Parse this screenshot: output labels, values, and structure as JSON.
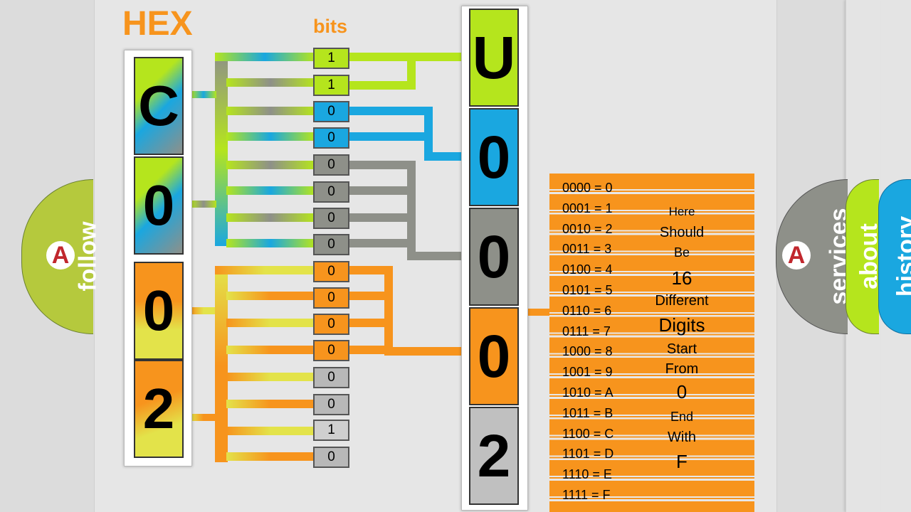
{
  "hex_label": "HEX",
  "bits_label": "bits",
  "hex_digits": [
    "C",
    "0",
    "0",
    "2"
  ],
  "output_digits": [
    "U",
    "0",
    "0",
    "0",
    "2"
  ],
  "bits": [
    "1",
    "1",
    "0",
    "0",
    "0",
    "0",
    "0",
    "0",
    "0",
    "0",
    "0",
    "0",
    "0",
    "0",
    "1",
    "0"
  ],
  "table": [
    "0000 = 0",
    "0001 = 1",
    "0010 = 2",
    "0011 = 3",
    "0100 = 4",
    "0101 = 5",
    "0110 = 6",
    "0111 = 7",
    "1000 = 8",
    "1001 = 9",
    "1010 = A",
    "1011 = B",
    "1100 = C",
    "1101 = D",
    "1110 = E",
    "1111 = F"
  ],
  "note": [
    "Here",
    "Should",
    "Be",
    "16",
    "Different",
    "Digits",
    "Start",
    "From",
    "0",
    "End",
    "With",
    "F"
  ],
  "nav": {
    "follow": "follow",
    "services": "services",
    "about": "about",
    "history": "history",
    "logo_letter": "A"
  },
  "colors": {
    "orange": "#f7941d",
    "green": "#b5e51d",
    "blue": "#1aa7e0",
    "gray": "#8e9089",
    "yellow": "#e3e34a",
    "light_gray": "#b8b8b8"
  }
}
